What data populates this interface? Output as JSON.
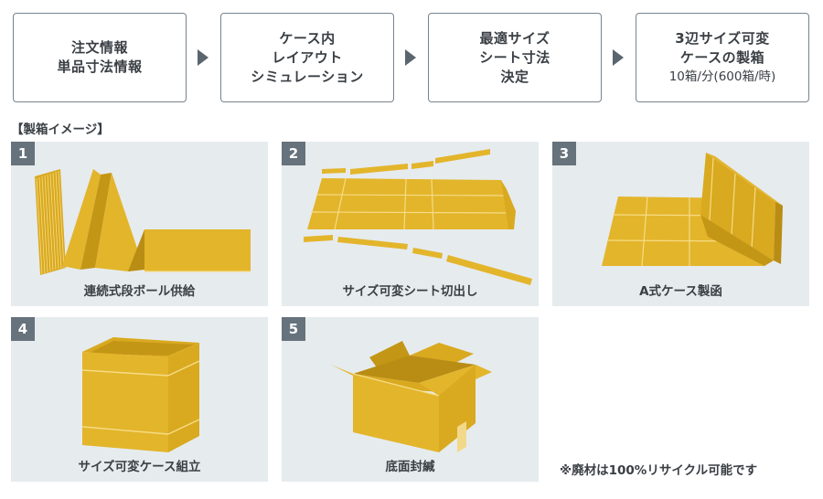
{
  "flow": {
    "steps": [
      {
        "lines": [
          "注文情報",
          "単品寸法情報"
        ],
        "sub": ""
      },
      {
        "lines": [
          "ケース内",
          "レイアウト",
          "シミュレーション"
        ],
        "sub": ""
      },
      {
        "lines": [
          "最適サイズ",
          "シート寸法",
          "決定"
        ],
        "sub": ""
      },
      {
        "lines": [
          "3辺サイズ可変",
          "ケースの製箱"
        ],
        "sub": "10箱/分(600箱/時)"
      }
    ]
  },
  "section_title": "【製箱イメージ】",
  "panels": [
    {
      "number": "1",
      "caption": "連続式段ボール供給"
    },
    {
      "number": "2",
      "caption": "サイズ可変シート切出し"
    },
    {
      "number": "3",
      "caption": "A式ケース製函"
    },
    {
      "number": "4",
      "caption": "サイズ可変ケース組立"
    },
    {
      "number": "5",
      "caption": "底面封緘"
    }
  ],
  "note": "※廃材は100%リサイクル可能です",
  "colors": {
    "cardboard": "#e3b52b",
    "cardboard_dark": "#b98d14",
    "panel_bg": "#e6ebee",
    "badge": "#66727c",
    "border": "#77838d"
  }
}
